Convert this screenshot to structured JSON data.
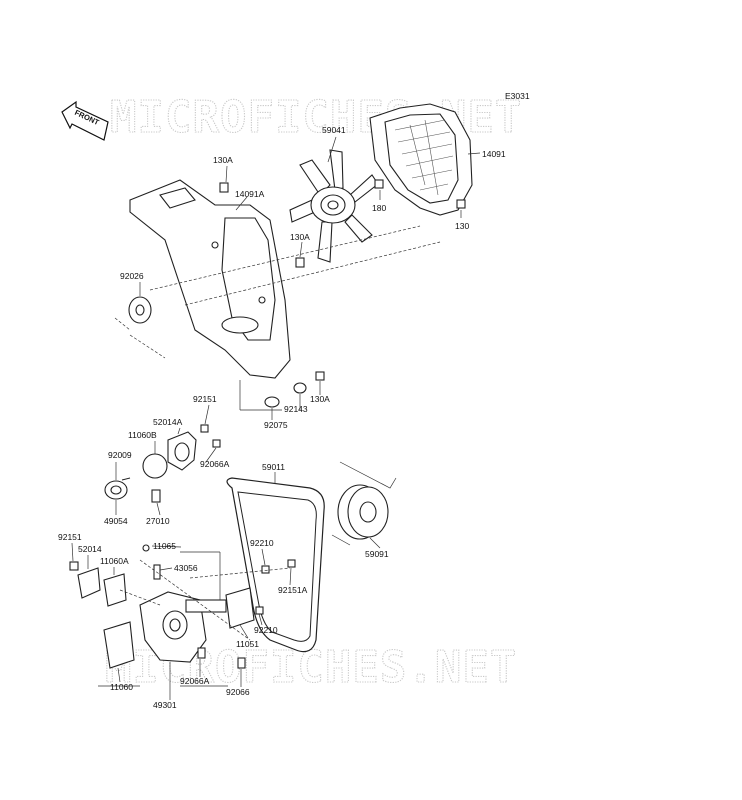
{
  "diagram": {
    "code": "E3031",
    "watermark": "MICROFICHES.NET",
    "front_label": "FRONT",
    "labels": {
      "p59041": "59041",
      "p14091": "14091",
      "p130A_top": "130A",
      "p14091A": "14091A",
      "p180": "180",
      "p130": "130",
      "p130A_mid": "130A",
      "p92026": "92026",
      "p92151_top": "92151",
      "p52014A": "52014A",
      "p11060B": "11060B",
      "p92143": "92143",
      "p130A_low": "130A",
      "p92075": "92075",
      "p92009": "92009",
      "p92066A_top": "92066A",
      "p59011": "59011",
      "p49054": "49054",
      "p27010": "27010",
      "p92151_left": "92151",
      "p52014": "52014",
      "p11065": "11065",
      "p92210_top": "92210",
      "p59091": "59091",
      "p11060A": "11060A",
      "p43056": "43056",
      "p92151A": "92151A",
      "p92210_low": "92210",
      "p11051": "11051",
      "p11060": "11060",
      "p92066A_low": "92066A",
      "p92066": "92066",
      "p49301": "49301"
    }
  }
}
